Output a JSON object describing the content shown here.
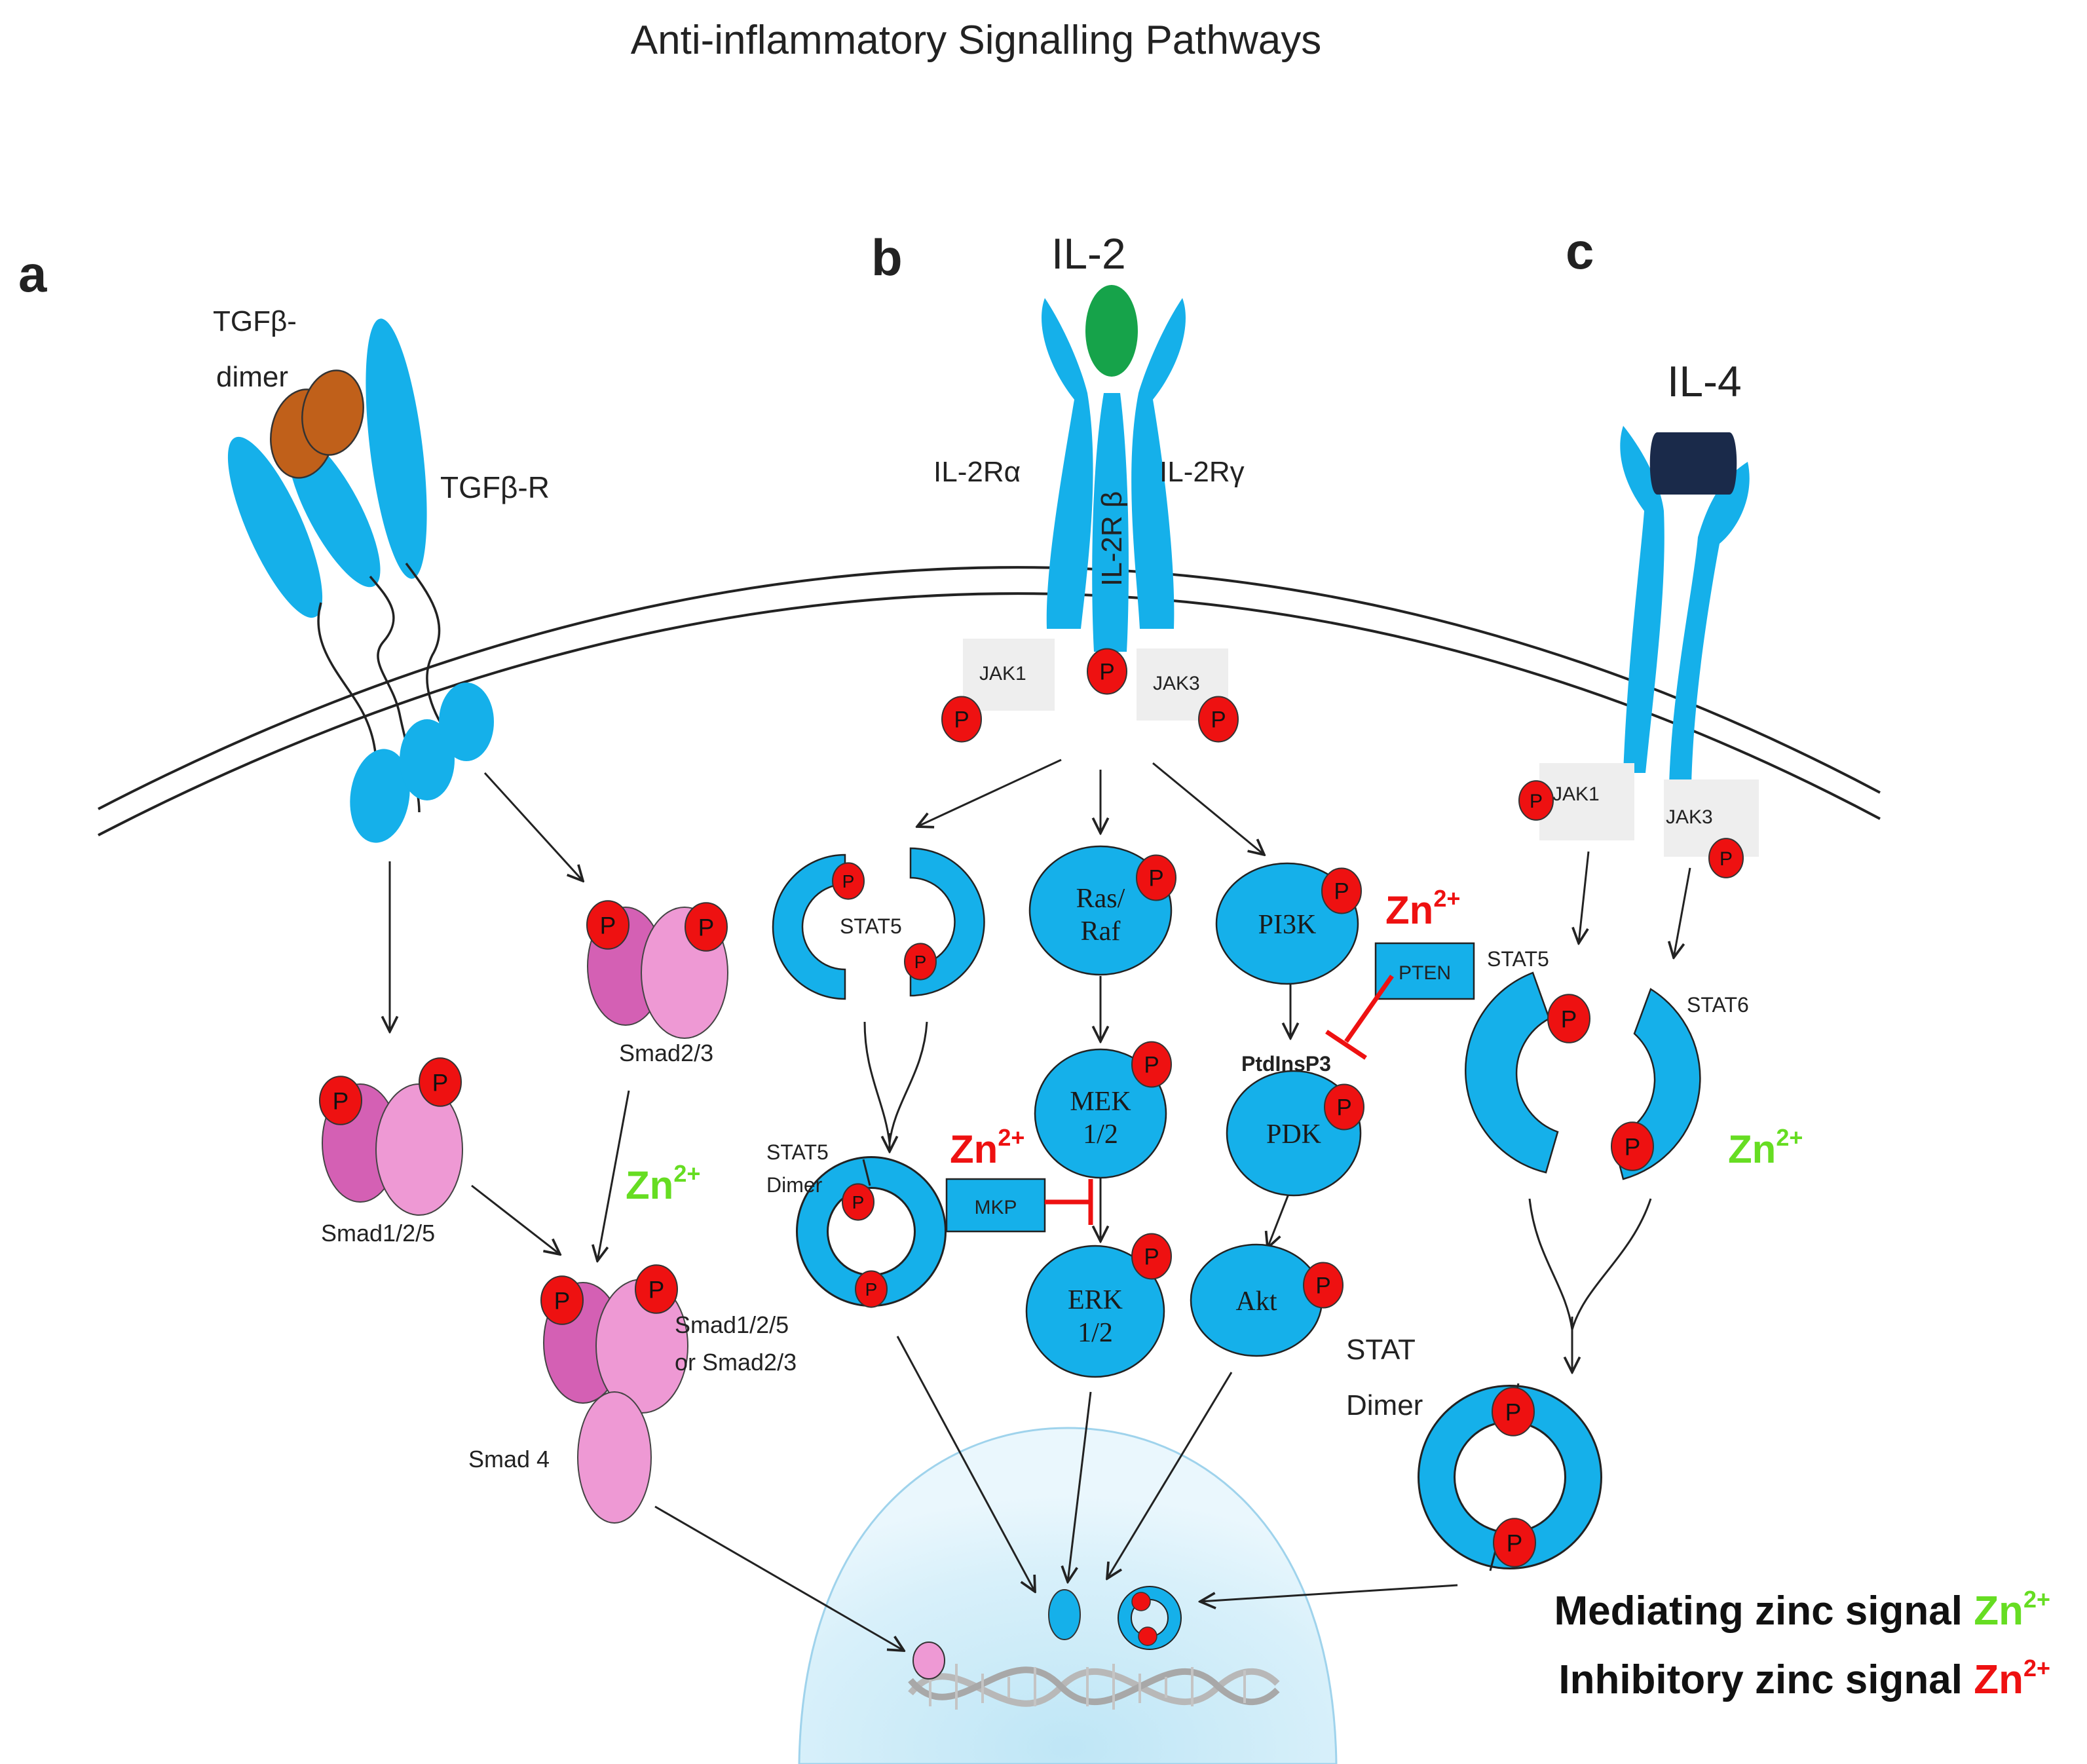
{
  "title": "Anti-inflammatory Signalling Pathways",
  "colors": {
    "receptor": "#15b0ea",
    "smad_dark": "#d460b4",
    "smad_light": "#ee99d4",
    "tgf_dimer": "#c0601a",
    "il2_ligand": "#16a34a",
    "il4_ligand": "#1a2a4a",
    "phospho": "#ee1111",
    "mediating_zinc": "#66dd22",
    "inhibitory_zinc": "#ee1111"
  },
  "panels": {
    "a": {
      "letter": "a",
      "ligand": "TGFβ-dimer",
      "ligand_line1": "TGFβ-",
      "ligand_line2": "dimer",
      "receptor": "TGFβ-R",
      "smad125": "Smad1/2/5",
      "smad23": "Smad2/3",
      "complex_line1": "Smad1/2/5",
      "complex_line2": "or Smad2/3",
      "smad4": "Smad 4",
      "zinc": "Zn",
      "zinc_charge": "2+"
    },
    "b": {
      "letter": "b",
      "ligand": "IL-2",
      "ralpha": "IL-2Rα",
      "rbeta": "IL-2R β",
      "rgamma": "IL-2Rγ",
      "jak1": "JAK1",
      "jak3": "JAK3",
      "stat5": "STAT5",
      "stat5_dimer_line1": "STAT5",
      "stat5_dimer_line2": "Dimer",
      "rasraf_line1": "Ras/",
      "rasraf_line2": "Raf",
      "mek_line1": "MEK",
      "mek_line2": "1/2",
      "erk_line1": "ERK",
      "erk_line2": "1/2",
      "pi3k": "PI3K",
      "pten": "PTEN",
      "ptdins": "PtdInsP3",
      "pdk": "PDK",
      "akt": "Akt",
      "mkp": "MKP",
      "zinc": "Zn",
      "zinc_charge": "2+"
    },
    "c": {
      "letter": "c",
      "ligand": "IL-4",
      "jak1": "JAK1",
      "jak3": "JAK3",
      "stat5": "STAT5",
      "stat6": "STAT6",
      "stat_dimer_line1": "STAT",
      "stat_dimer_line2": "Dimer",
      "zinc": "Zn",
      "zinc_charge": "2+"
    }
  },
  "phospho_label": "P",
  "legend": {
    "mediating": "Mediating zinc signal",
    "inhibitory": "Inhibitory zinc signal",
    "zinc": "Zn",
    "charge": "2+"
  }
}
